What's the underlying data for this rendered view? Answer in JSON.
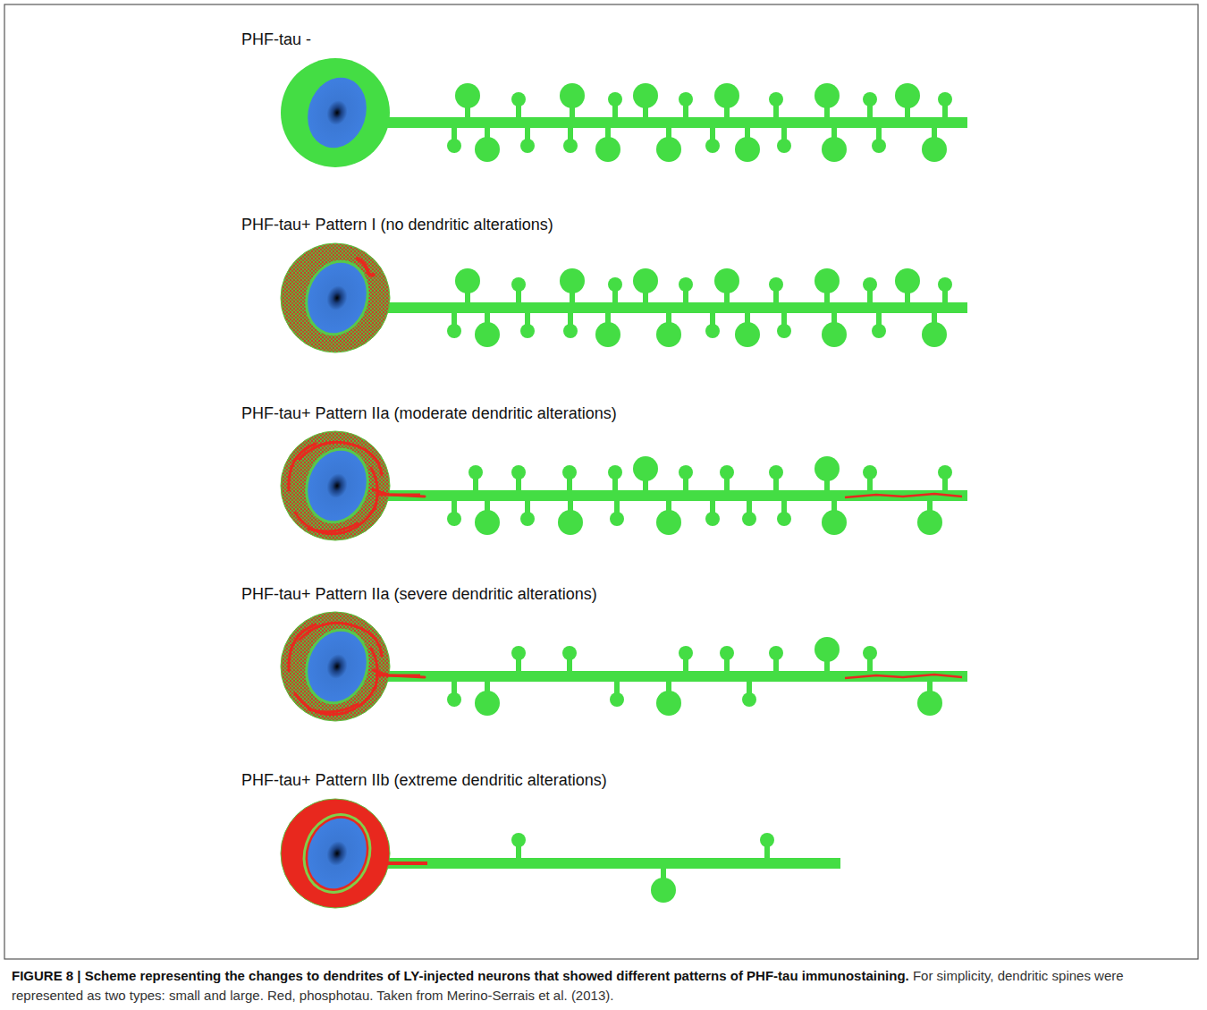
{
  "diagram": {
    "title": "FIGURE 8 | Scheme representing the changes to dendrites of LY-injected neurons that showed different patterns of PHF-tau immunostaining.",
    "caption": "For simplicity, dendritic spines were represented as two types: small and large. Red, phosphotau. Taken from Merino-Serrais et al. (2013).",
    "labels": [
      "PHF-tau -",
      "PHF-tau+ Pattern I (no dendritic alterations)",
      "PHF-tau+ Pattern IIa (moderate dendritic alterations)",
      "PHF-tau+ Pattern IIa (severe dendritic alterations)",
      "PHF-tau+ Pattern IIb (extreme dendritic alterations)"
    ]
  }
}
